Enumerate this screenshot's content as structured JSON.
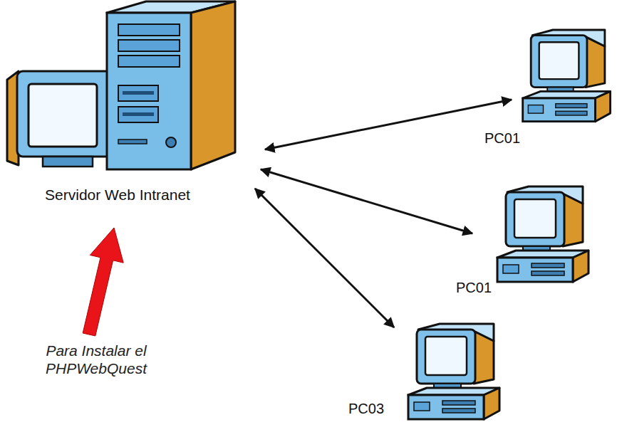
{
  "diagram": {
    "nodes": [
      {
        "text": [
          "Servidor Web Intranet"
        ]
      },
      {
        "text": [
          "PC01"
        ]
      },
      {
        "text": [
          "PC01"
        ]
      },
      {
        "text": [
          "PC03"
        ]
      }
    ],
    "edges": [
      {
        "from": 0,
        "to": 1,
        "arrow": "both"
      },
      {
        "from": 0,
        "to": 2,
        "arrow": "both"
      },
      {
        "from": 0,
        "to": 3,
        "arrow": "both"
      }
    ],
    "labels": [
      "Para Instalar el PHPWebQuest"
    ]
  }
}
